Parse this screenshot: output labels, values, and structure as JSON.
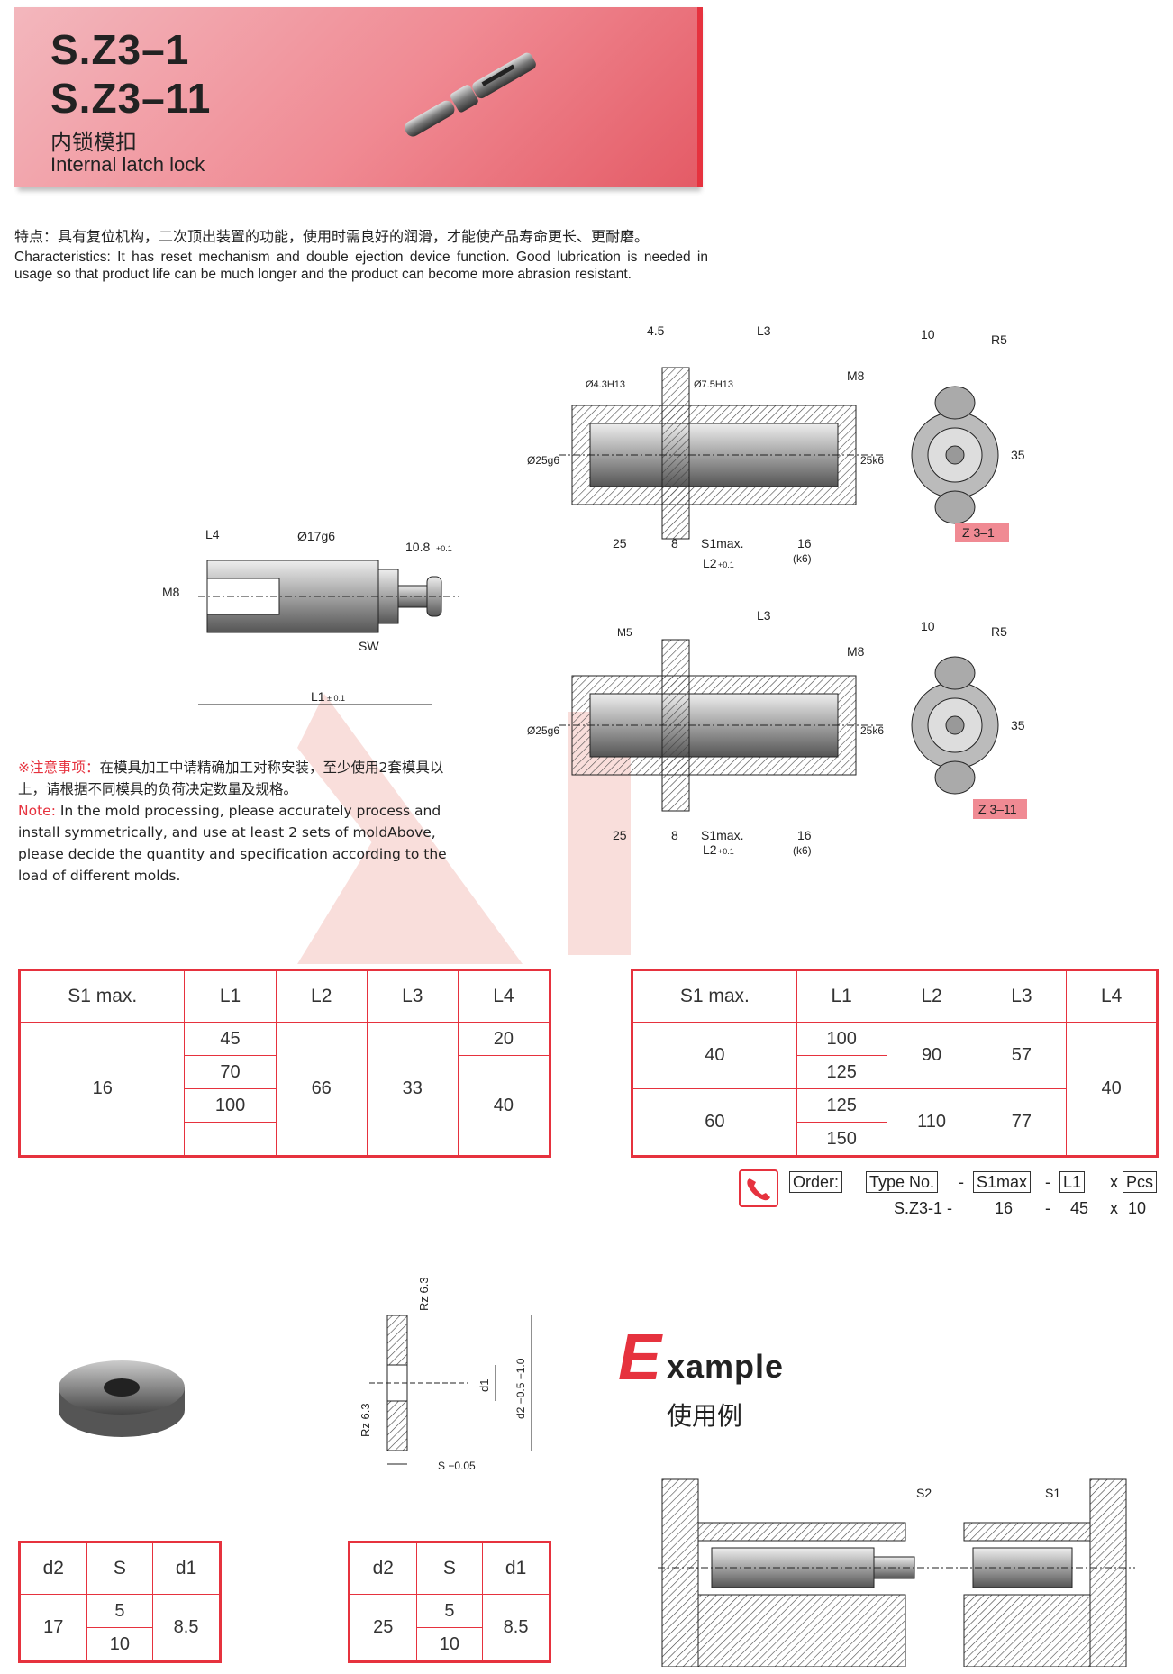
{
  "header": {
    "title1": "S.Z3–1",
    "title2": "S.Z3–11",
    "name_cn": "内锁模扣",
    "name_en": "Internal latch lock"
  },
  "characteristics": {
    "cn": "特点：具有复位机构，二次顶出装置的功能，使用时需良好的润滑，才能使产品寿命更长、更耐磨。",
    "en": "Characteristics: It has reset mechanism and double ejection device function. Good lubrication is needed in usage so that product life can be much longer and the product can become more abrasion resistant."
  },
  "note": {
    "cn_label": "※注意事项：",
    "cn_text": "在模具加工中请精确加工对称安装，至少使用2套模具以上，请根据不同模具的负荷决定数量及规格。",
    "en_label": "Note:",
    "en_text": " In the mold processing, please accurately process and install symmetrically, and use at least 2 sets of moldAbove, please decide the quantity and specification according to the load of different molds."
  },
  "drawing_labels": {
    "l4": "L4",
    "d17": "Ø17g6",
    "m8_left": "M8",
    "sw": "SW",
    "dim108": "10.8",
    "tol01": "+0.1",
    "l1": "L1",
    "l1tol": "± 0.1",
    "dim45": "4.5",
    "l3": "L3",
    "d43": "Ø4.3H13",
    "d75": "Ø7.5H13",
    "m8": "M8",
    "d25": "Ø25g6",
    "d25k": "25k6",
    "dim25": "25",
    "dim8": "8",
    "s1max": "S1max.",
    "dim16": "16",
    "k6": "(k6)",
    "l2": "L2",
    "l2tol": "+0.1",
    "dim10": "10",
    "r5": "R5",
    "dim35": "35",
    "z31": "Z 3–1",
    "z311": "Z 3–11",
    "m5": "M5",
    "rz63a": "Rz 6.3",
    "rz63b": "Rz 6.3",
    "d1": "d1",
    "d2tol": "d2 −0.5 −1.0",
    "stol": "S −0.05",
    "s2": "S2",
    "s1": "S1"
  },
  "table1": {
    "headers": [
      "S1 max.",
      "L1",
      "L2",
      "L3",
      "L4"
    ],
    "s1": "16",
    "l1": [
      "45",
      "70",
      "100",
      ""
    ],
    "l2": "66",
    "l3": "33",
    "l4": [
      "20",
      "40"
    ]
  },
  "table2": {
    "headers": [
      "S1 max.",
      "L1",
      "L2",
      "L3",
      "L4"
    ],
    "rows": [
      {
        "s1": "40",
        "l1": [
          "100",
          "125"
        ],
        "l2": "90",
        "l3": "57"
      },
      {
        "s1": "60",
        "l1": [
          "125",
          "150"
        ],
        "l2": "110",
        "l3": "77"
      }
    ],
    "l4": "40"
  },
  "order": {
    "label": "Order:",
    "type": "Type No.",
    "s1max": "S1max",
    "l1": "L1",
    "pcs": "Pcs",
    "dash": "-",
    "x": "x",
    "ex_type": "S.Z3-1 -",
    "ex_s1": "16",
    "ex_dash": "-",
    "ex_l1": "45",
    "ex_x": "x",
    "ex_pcs": "10"
  },
  "table3": {
    "headers": [
      "d2",
      "S",
      "d1"
    ],
    "d2": "17",
    "s": [
      "5",
      "10"
    ],
    "d1": "8.5"
  },
  "table4": {
    "headers": [
      "d2",
      "S",
      "d1"
    ],
    "d2": "25",
    "s": [
      "5",
      "10"
    ],
    "d1": "8.5"
  },
  "example": {
    "e": "E",
    "rest": "xample",
    "cn": "使用例"
  },
  "colors": {
    "accent": "#e6323e",
    "header_bg": "#f08a93"
  }
}
